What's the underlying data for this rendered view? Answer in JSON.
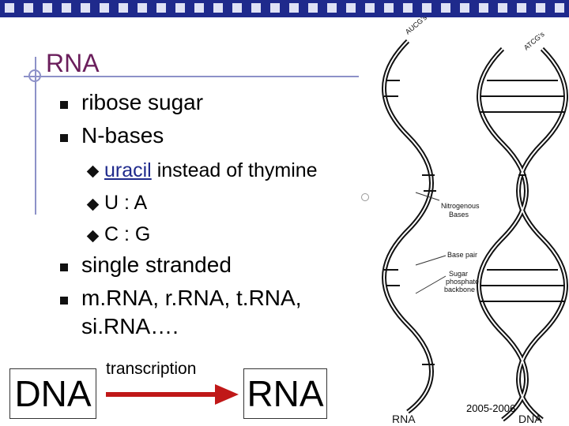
{
  "slide": {
    "title": "RNA",
    "bullets": [
      "ribose sugar",
      "N-bases"
    ],
    "sub_bullets": {
      "uracil": "uracil",
      "uracil_rest": " instead of thymine",
      "pair1": "U : A",
      "pair2": "C : G"
    },
    "bullets2": [
      "single stranded",
      "m.RNA, r.RNA, t.RNA,",
      "si.RNA…."
    ],
    "flow": {
      "from": "DNA",
      "label": "transcription",
      "to": "RNA"
    },
    "colors": {
      "title": "#6b1f5c",
      "arrow": "#c01818",
      "topbar": "#1f2a8c"
    }
  },
  "figure": {
    "top_labels": [
      "AUCG's",
      "ATCG's"
    ],
    "labels": [
      "Nitrogenous\nBases",
      "Base pair",
      "Sugar\nphosphate\nbackbone"
    ],
    "bottom_labels": [
      "RNA",
      "DNA"
    ],
    "year": "2005-2006"
  }
}
